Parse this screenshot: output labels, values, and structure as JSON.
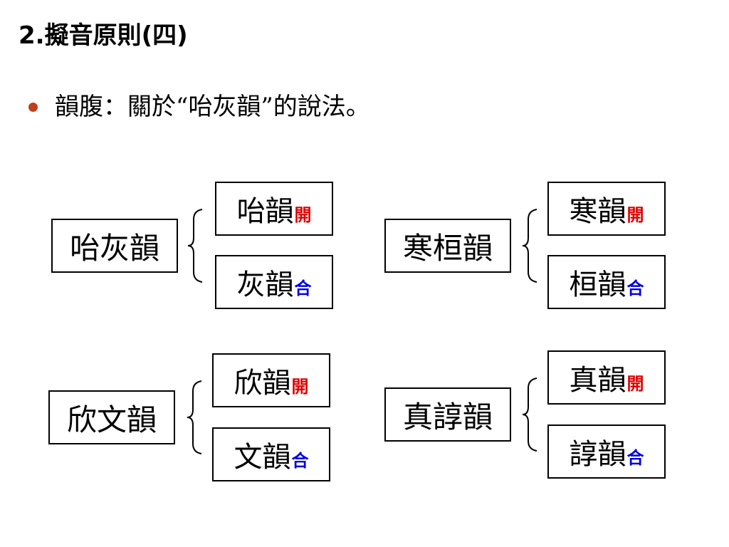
{
  "title": "2.擬音原則(四)",
  "bullet": {
    "text": "韻腹：關於“咍灰韻”的說法。",
    "dot_color": "#c0401c"
  },
  "colors": {
    "open": "#e00000",
    "closed": "#0000e0"
  },
  "groups": [
    {
      "main": "咍灰韻",
      "items": [
        {
          "text": "咍韻",
          "tag": "開"
        },
        {
          "text": "灰韻",
          "tag": "合"
        }
      ]
    },
    {
      "main": "寒桓韻",
      "items": [
        {
          "text": "寒韻",
          "tag": "開"
        },
        {
          "text": "桓韻",
          "tag": "合"
        }
      ]
    },
    {
      "main": "欣文韻",
      "items": [
        {
          "text": "欣韻",
          "tag": "開"
        },
        {
          "text": "文韻",
          "tag": "合"
        }
      ]
    },
    {
      "main": "真諄韻",
      "items": [
        {
          "text": "真韻",
          "tag": "開"
        },
        {
          "text": "諄韻",
          "tag": "合"
        }
      ]
    }
  ]
}
